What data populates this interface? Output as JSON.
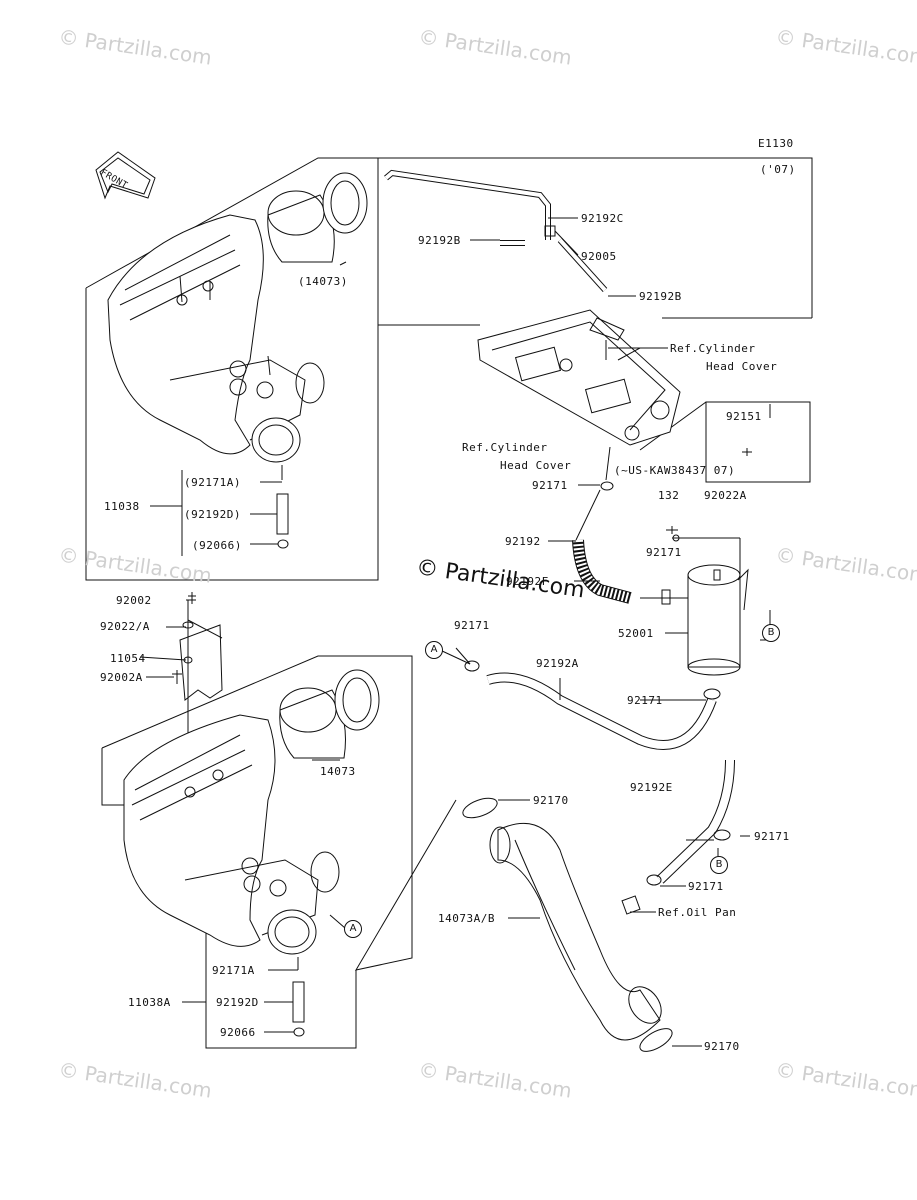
{
  "diagram_code": "E1130",
  "watermarks": {
    "text": "© Partzilla.com",
    "center_text": "© Partzilla.com"
  },
  "front_label": "FRONT",
  "year_note": "('07)",
  "serial_note": "(~US-KAW38437  07)",
  "callouts": {
    "a": "A",
    "b": "B"
  },
  "part_labels": {
    "p92192C": "92192C",
    "p92192B_left": "92192B",
    "p92005": "92005",
    "p92192B_right": "92192B",
    "ref_cyl_head_1": "Ref.Cylinder",
    "ref_cyl_head_1b": "Head Cover",
    "p14073_paren": "(14073)",
    "p92151": "92151",
    "ref_cyl_head_2": "Ref.Cylinder",
    "ref_cyl_head_2b": "Head Cover",
    "p92171_top": "92171",
    "p132": "132",
    "p92022A": "92022A",
    "p92171A_paren": "(92171A)",
    "p11038": "11038",
    "p92192D_paren": "(92192D)",
    "p92066_paren": "(92066)",
    "p92192": "92192",
    "p92171_mid": "92171",
    "p92192F": "92192F",
    "p92002": "92002",
    "p92022_A": "92022/A",
    "p52001": "52001",
    "p92171_a": "92171",
    "p11054": "11054",
    "p92192A": "92192A",
    "p92002A": "92002A",
    "p92171_b": "92171",
    "p14073": "14073",
    "p92170_top": "92170",
    "p92192E": "92192E",
    "p92171_c": "92171",
    "p92171_d": "92171",
    "ref_oil_pan": "Ref.Oil Pan",
    "p14073AB": "14073A/B",
    "p92171A": "92171A",
    "p11038A": "11038A",
    "p92192D": "92192D",
    "p92066": "92066",
    "p92170_bottom": "92170"
  }
}
